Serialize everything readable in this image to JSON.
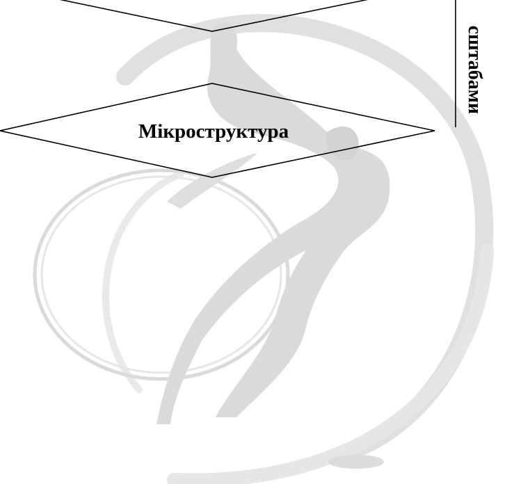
{
  "diagram": {
    "nodes": [
      {
        "id": "top-diamond",
        "label": ""
      },
      {
        "id": "micro-diamond",
        "label": "Мікроструктура"
      }
    ],
    "side_label": "сштабами"
  },
  "colors": {
    "stroke": "#000000",
    "background": "#ffffff",
    "watermark": "#c9c9c9"
  }
}
